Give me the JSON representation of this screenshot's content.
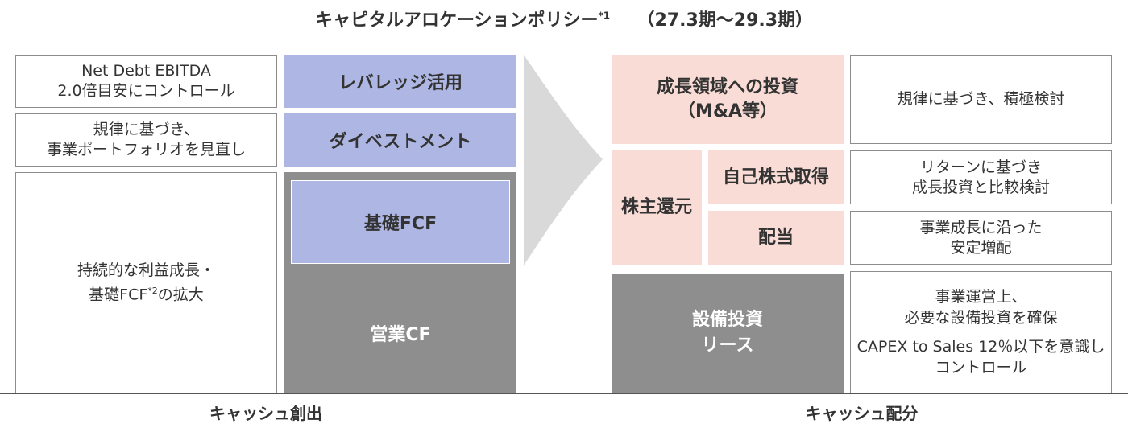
{
  "title": {
    "main": "キャピタルアロケーションポリシー",
    "note": "*1",
    "period": "（27.3期～29.3期）"
  },
  "creation": {
    "left": {
      "net_debt_line1": "Net Debt EBITDA",
      "net_debt_line2": "2.0倍目安にコントロール",
      "portfolio_line1": "規律に基づき、",
      "portfolio_line2": "事業ポートフォリオを見直し",
      "growth_line1": "持続的な利益成長・",
      "growth_line2_a": "基礎FCF",
      "growth_line2_note": "*2",
      "growth_line2_b": "の拡大"
    },
    "bars": {
      "leverage": "レバレッジ活用",
      "divest": "ダイベストメント",
      "base_fcf": "基礎FCF",
      "op_cf": "営業CF"
    },
    "label": "キャッシュ創出"
  },
  "allocation": {
    "growth_invest_line1": "成長領域への投資",
    "growth_invest_line2": "（M&A等）",
    "shareholder_return": "株主還元",
    "buyback": "自己株式取得",
    "dividend": "配当",
    "capex_line1": "設備投資",
    "capex_line2": "リース",
    "label": "キャッシュ配分"
  },
  "policies": {
    "growth": "規律に基づき、積極検討",
    "buyback_line1": "リターンに基づき",
    "buyback_line2": "成長投資と比較検討",
    "dividend_line1": "事業成長に沿った",
    "dividend_line2": "安定増配",
    "capex_line1": "事業運営上、",
    "capex_line2": "必要な設備投資を確保",
    "capex_line3": "CAPEX to Sales 12％以下を意識し",
    "capex_line4": "コントロール"
  },
  "colors": {
    "blue": "#aeb7e4",
    "gray": "#8e8e8e",
    "pink": "#f9dcd6",
    "arrow": "#d9d9d9"
  }
}
